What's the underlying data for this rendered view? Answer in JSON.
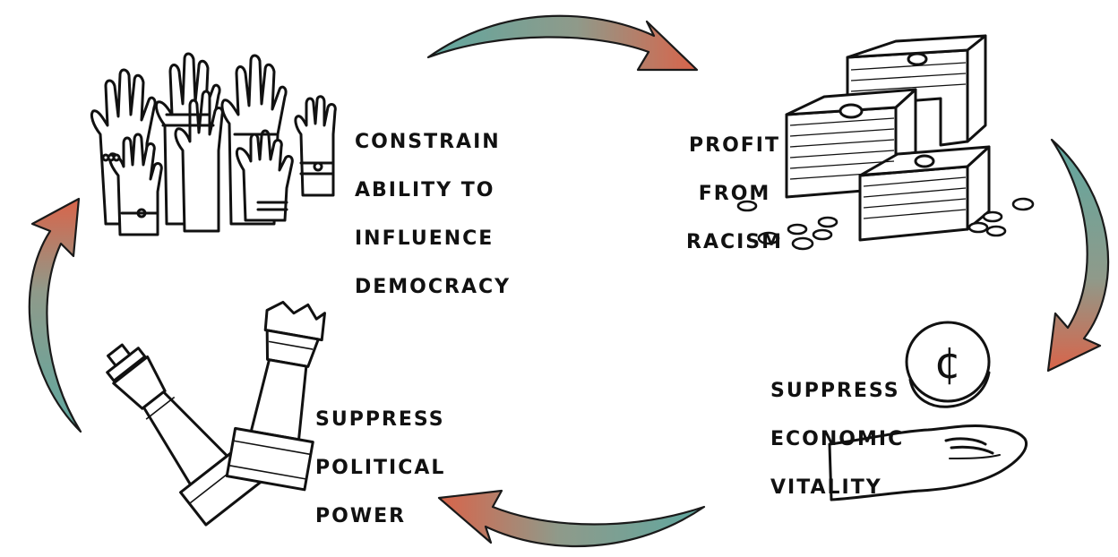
{
  "diagram": {
    "type": "cycle",
    "colors": {
      "arrow_teal": "#5fa8a0",
      "arrow_coral": "#d9644a",
      "ink": "#111111",
      "paper": "#ffffff",
      "chess_band": "#cfcfcf"
    },
    "stages": [
      {
        "id": "constrain",
        "icon": "raised-hands-icon",
        "lines": [
          "CONSTRAIN",
          "ABILITY TO",
          "INFLUENCE",
          "DEMOCRACY"
        ]
      },
      {
        "id": "profit",
        "icon": "money-stacks-icon",
        "lines": [
          "PROFIT",
          "FROM",
          "RACISM"
        ]
      },
      {
        "id": "suppress-economic",
        "icon": "coin-in-hand-icon",
        "coin_symbol": "¢",
        "lines": [
          "SUPPRESS",
          "ECONOMIC",
          "VITALITY"
        ]
      },
      {
        "id": "suppress-political",
        "icon": "fallen-chess-pieces-icon",
        "lines": [
          "SUPPRESS",
          "POLITICAL",
          "POWER"
        ]
      }
    ],
    "arrows": [
      {
        "from": "constrain",
        "to": "profit",
        "direction": "clockwise"
      },
      {
        "from": "profit",
        "to": "suppress-economic",
        "direction": "clockwise"
      },
      {
        "from": "suppress-economic",
        "to": "suppress-political",
        "direction": "clockwise"
      },
      {
        "from": "suppress-political",
        "to": "constrain",
        "direction": "clockwise"
      }
    ]
  }
}
